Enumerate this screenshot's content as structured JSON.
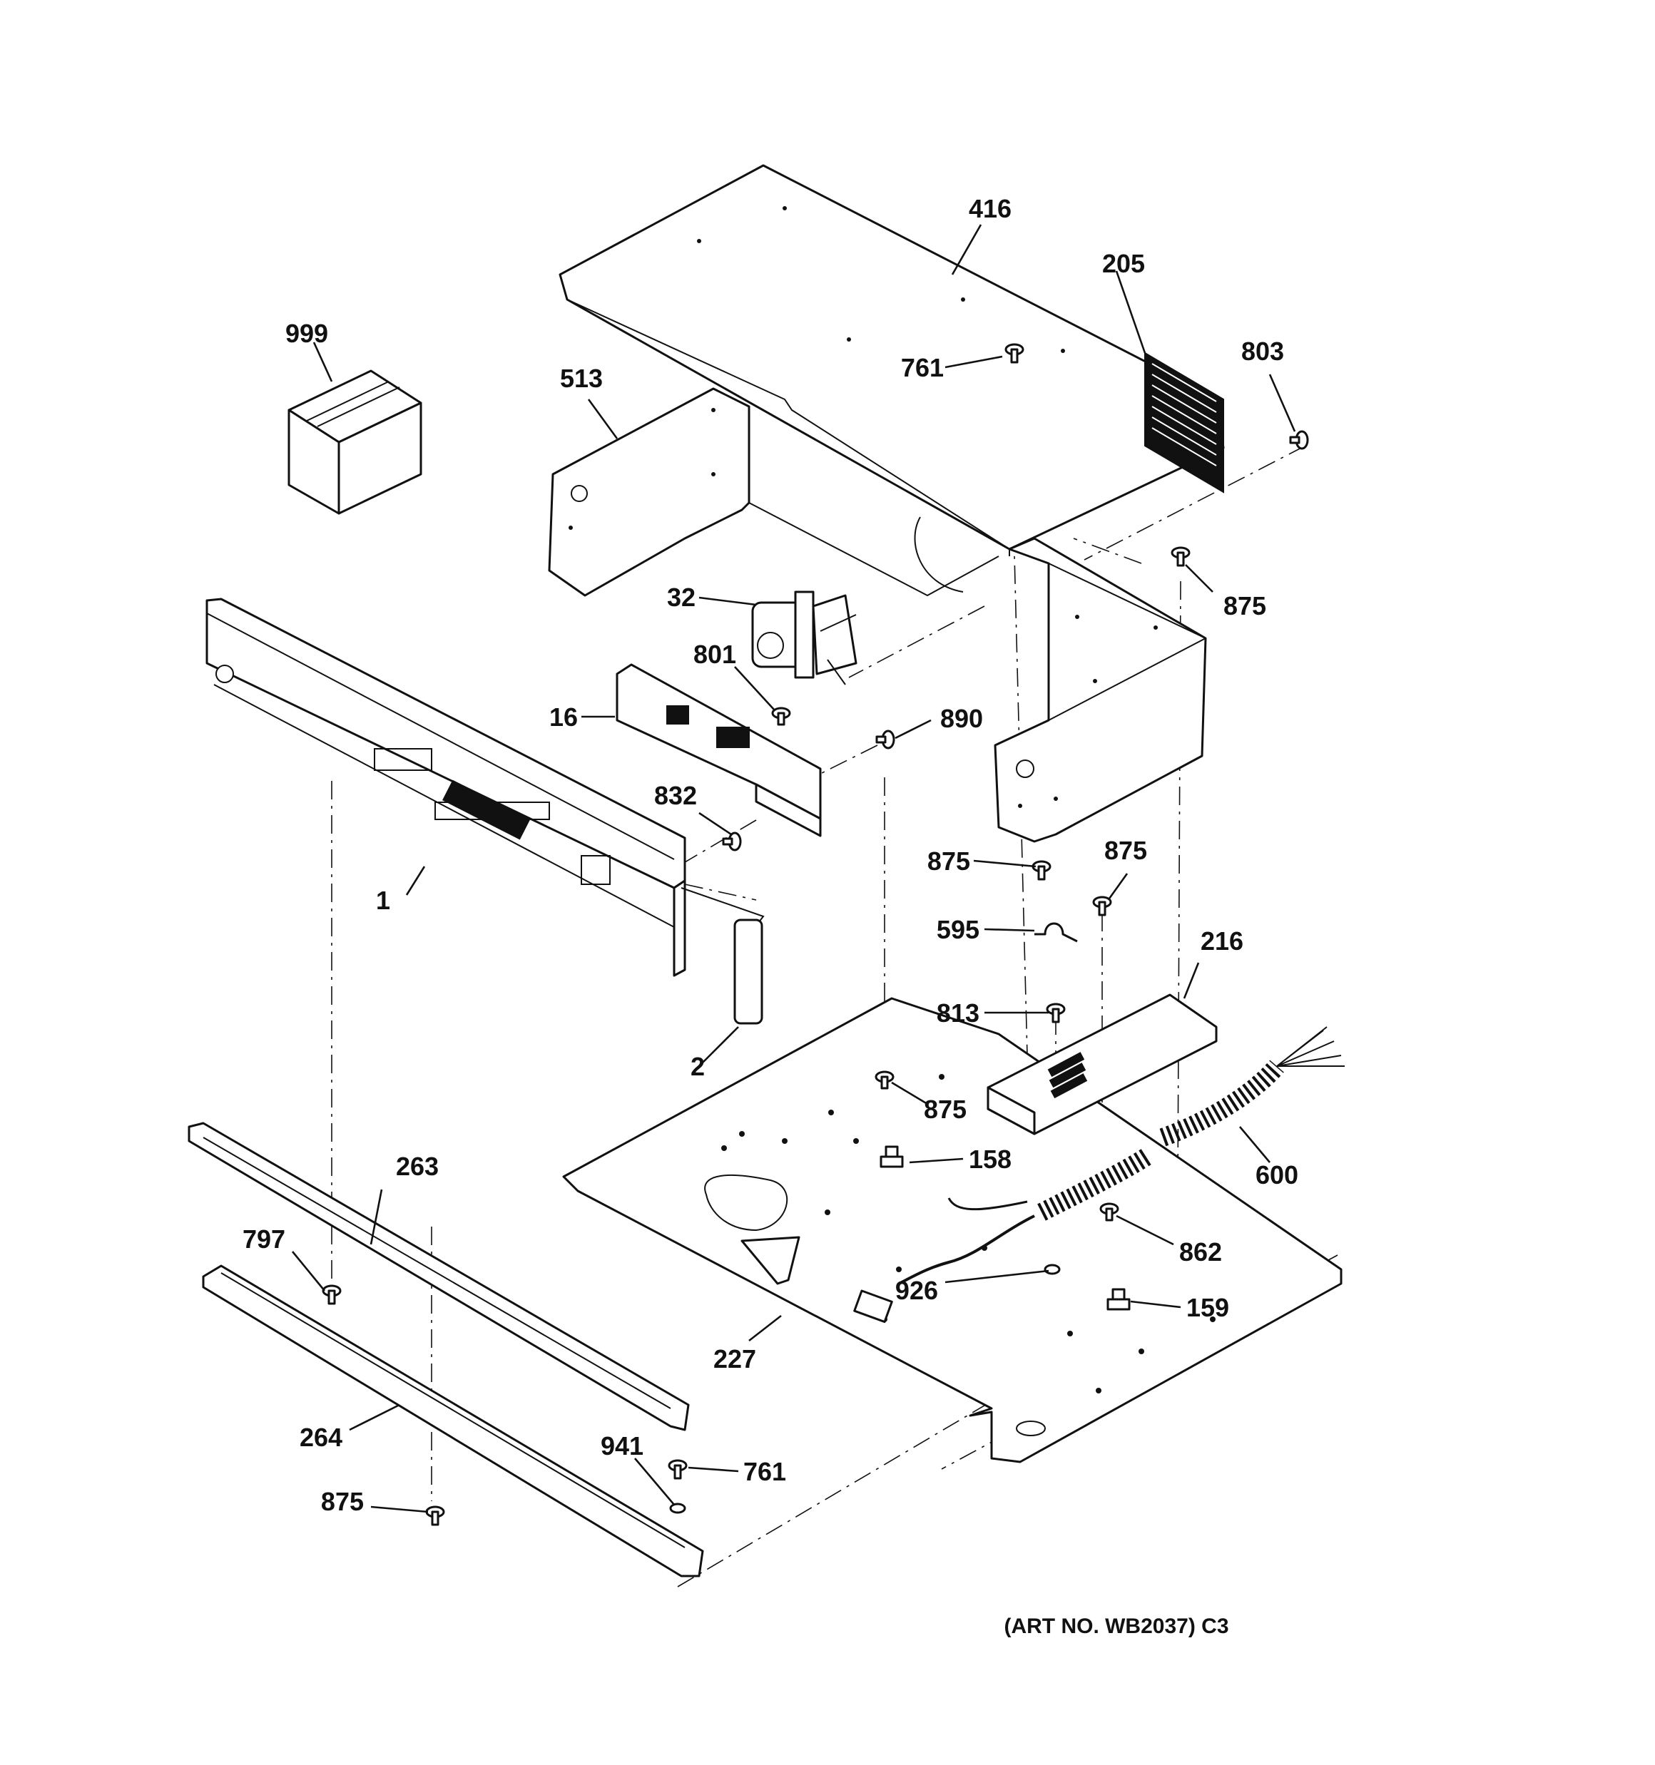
{
  "callouts": {
    "c416": "416",
    "c205": "205",
    "c999": "999",
    "c513": "513",
    "c761_top": "761",
    "c803": "803",
    "c875_right": "875",
    "c32": "32",
    "c801": "801",
    "c16": "16",
    "c890": "890",
    "c832": "832",
    "c1": "1",
    "c875_mid_a": "875",
    "c875_mid_b": "875",
    "c595": "595",
    "c216": "216",
    "c813": "813",
    "c2": "2",
    "c875_base": "875",
    "c158": "158",
    "c600": "600",
    "c263": "263",
    "c797": "797",
    "c862": "862",
    "c926": "926",
    "c159": "159",
    "c227": "227",
    "c264": "264",
    "c941": "941",
    "c761_bottom": "761",
    "c875_bottom": "875"
  },
  "caption": "(ART NO. WB2037) C3",
  "icons": [
    "box-icon",
    "screw-icon",
    "fan-motor-icon",
    "clamp-icon",
    "thermostat-icon",
    "wire-harness-icon"
  ]
}
